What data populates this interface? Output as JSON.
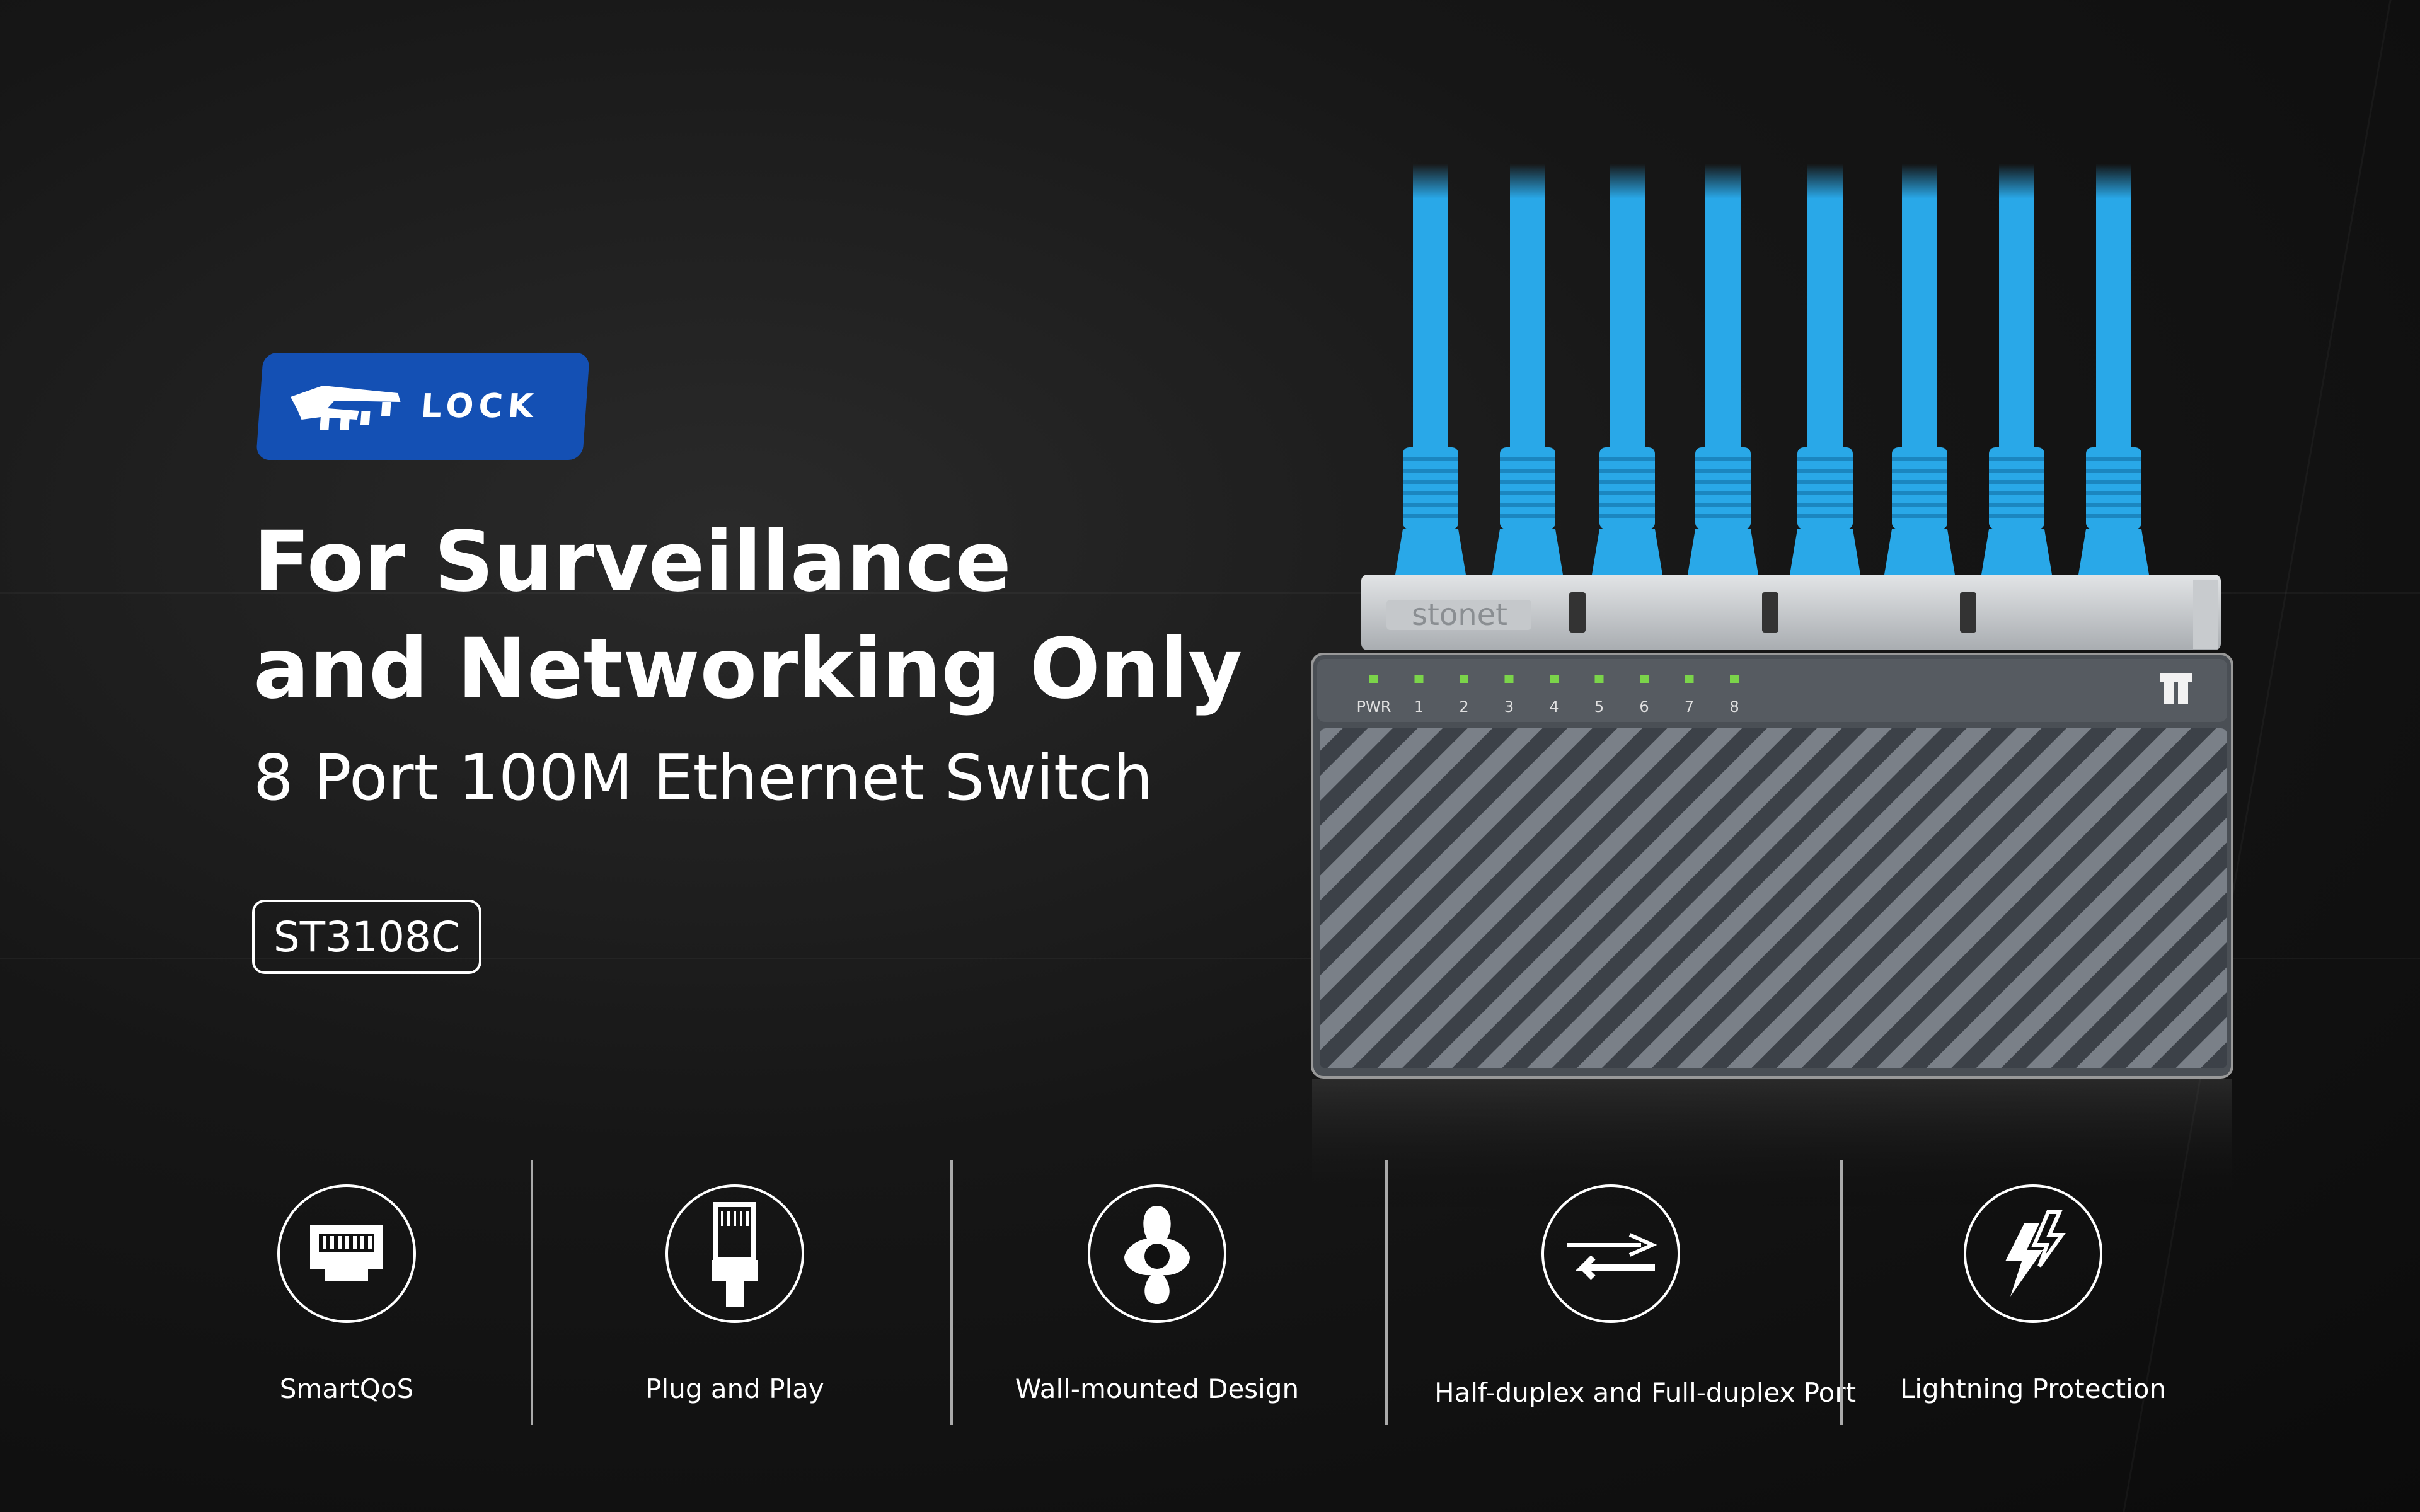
{
  "brand": {
    "name": "LOCK",
    "color": "#1450b4"
  },
  "headline": {
    "line1": "For Surveillance",
    "line2": "and Networking Only"
  },
  "subtitle": "8 Port 100M Ethernet Switch",
  "model": "ST3108C",
  "device": {
    "cover_brand": "stonet",
    "led_labels": [
      "PWR",
      "1",
      "2",
      "3",
      "4",
      "5",
      "6",
      "7",
      "8"
    ],
    "cable_color": "#29a8e8",
    "led_color": "#7bd44a"
  },
  "features": [
    {
      "label": "SmartQoS",
      "icon": "rj45-port-icon"
    },
    {
      "label": "Plug and Play",
      "icon": "rj45-plug-icon"
    },
    {
      "label": "Wall-mounted Design",
      "icon": "wall-mount-icon"
    },
    {
      "label": "Half-duplex and Full-duplex Port",
      "icon": "duplex-arrows-icon"
    },
    {
      "label": "Lightning Protection",
      "icon": "lightning-icon"
    }
  ]
}
